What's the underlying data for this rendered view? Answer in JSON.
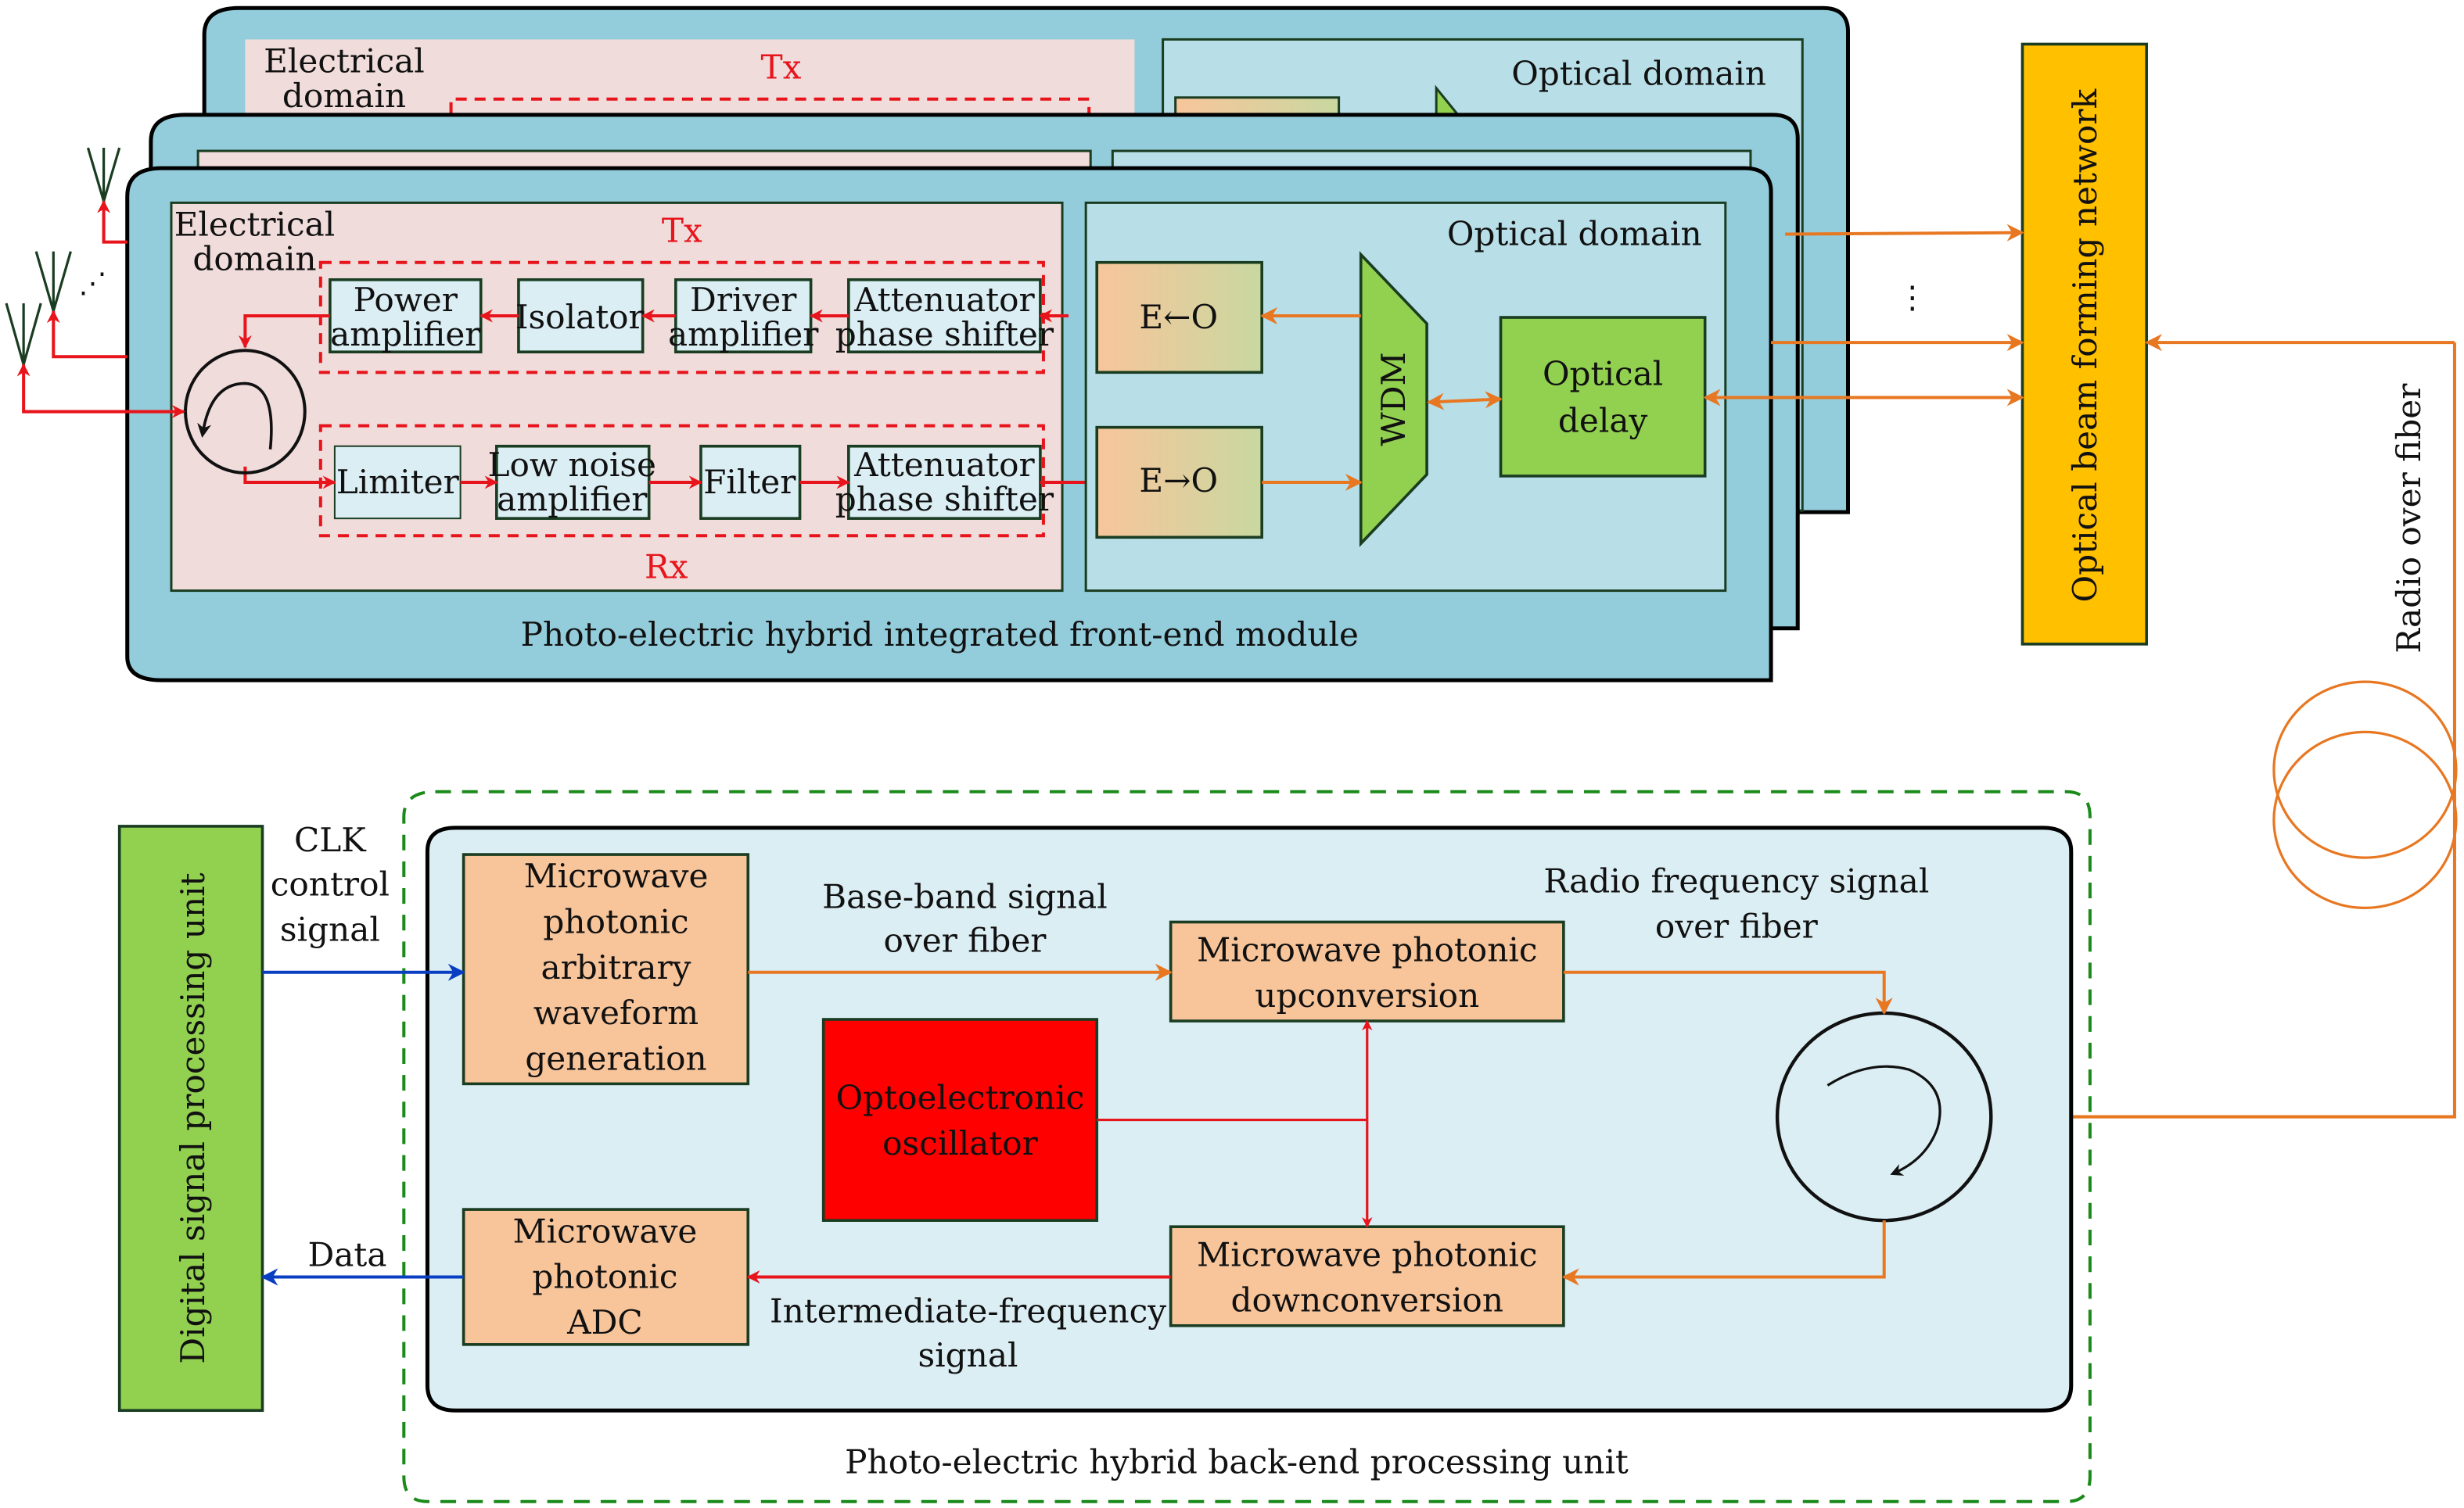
{
  "colors": {
    "card_fill": "#93ccdb",
    "electrical_fill": "#f0dcdb",
    "optical_fill": "#b8dfe8",
    "component_fill": "#dbeef4",
    "green_fill": "#92d050",
    "amber_fill": "#ffc000",
    "peach_fill": "#f8c59b",
    "oscillator_fill": "#ff0000",
    "backend_fill": "#dbeef4",
    "red_line": "#e8141c",
    "orange_line": "#e87722",
    "blue_line": "#0a3ec2",
    "dashed_green": "#1a8a1a",
    "box_border": "#1a3d22"
  },
  "frontend": {
    "caption": "Photo-electric hybrid integrated front-end module",
    "back_card": {
      "electrical_label_1": "Electrical",
      "electrical_label_2": "domain",
      "tx_label": "Tx",
      "optical_label": "Optical domain"
    },
    "electrical": {
      "label_1": "Electrical",
      "label_2": "domain",
      "tx_label": "Tx",
      "rx_label": "Rx",
      "tx_chain": [
        {
          "line1": "Power",
          "line2": "amplifier"
        },
        {
          "line1": "Isolator",
          "line2": ""
        },
        {
          "line1": "Driver",
          "line2": "amplifier"
        },
        {
          "line1": "Attenuator",
          "line2": "phase shifter"
        }
      ],
      "rx_chain": [
        {
          "line1": "Limiter",
          "line2": ""
        },
        {
          "line1": "Low noise",
          "line2": "amplifier"
        },
        {
          "line1": "Filter",
          "line2": ""
        },
        {
          "line1": "Attenuator",
          "line2": "phase shifter"
        }
      ]
    },
    "optical": {
      "label": "Optical domain",
      "eo_rx": "E←O",
      "eo_tx": "E→O",
      "wdm": "WDM",
      "delay_1": "Optical",
      "delay_2": "delay"
    },
    "ellipsis": "⋮"
  },
  "obfn": {
    "label": "Optical beam forming network"
  },
  "rof": {
    "label": "Radio over fiber"
  },
  "dsp": {
    "label": "Digital signal processing unit"
  },
  "signals": {
    "clk_1": "CLK",
    "clk_2": "control",
    "clk_3": "signal",
    "data": "Data",
    "baseband_1": "Base-band signal",
    "baseband_2": "over fiber",
    "rf_1": "Radio frequency signal",
    "rf_2": "over fiber",
    "if_1": "Intermediate-frequency",
    "if_2": "signal"
  },
  "backend": {
    "caption": "Photo-electric hybrid back-end processing unit",
    "awg": [
      "Microwave",
      "photonic",
      "arbitrary",
      "waveform",
      "generation"
    ],
    "adc": [
      "Microwave",
      "photonic",
      "ADC"
    ],
    "up_1": "Microwave photonic",
    "up_2": "upconversion",
    "down_1": "Microwave photonic",
    "down_2": "downconversion",
    "oeo_1": "Optoelectronic",
    "oeo_2": "oscillator"
  }
}
